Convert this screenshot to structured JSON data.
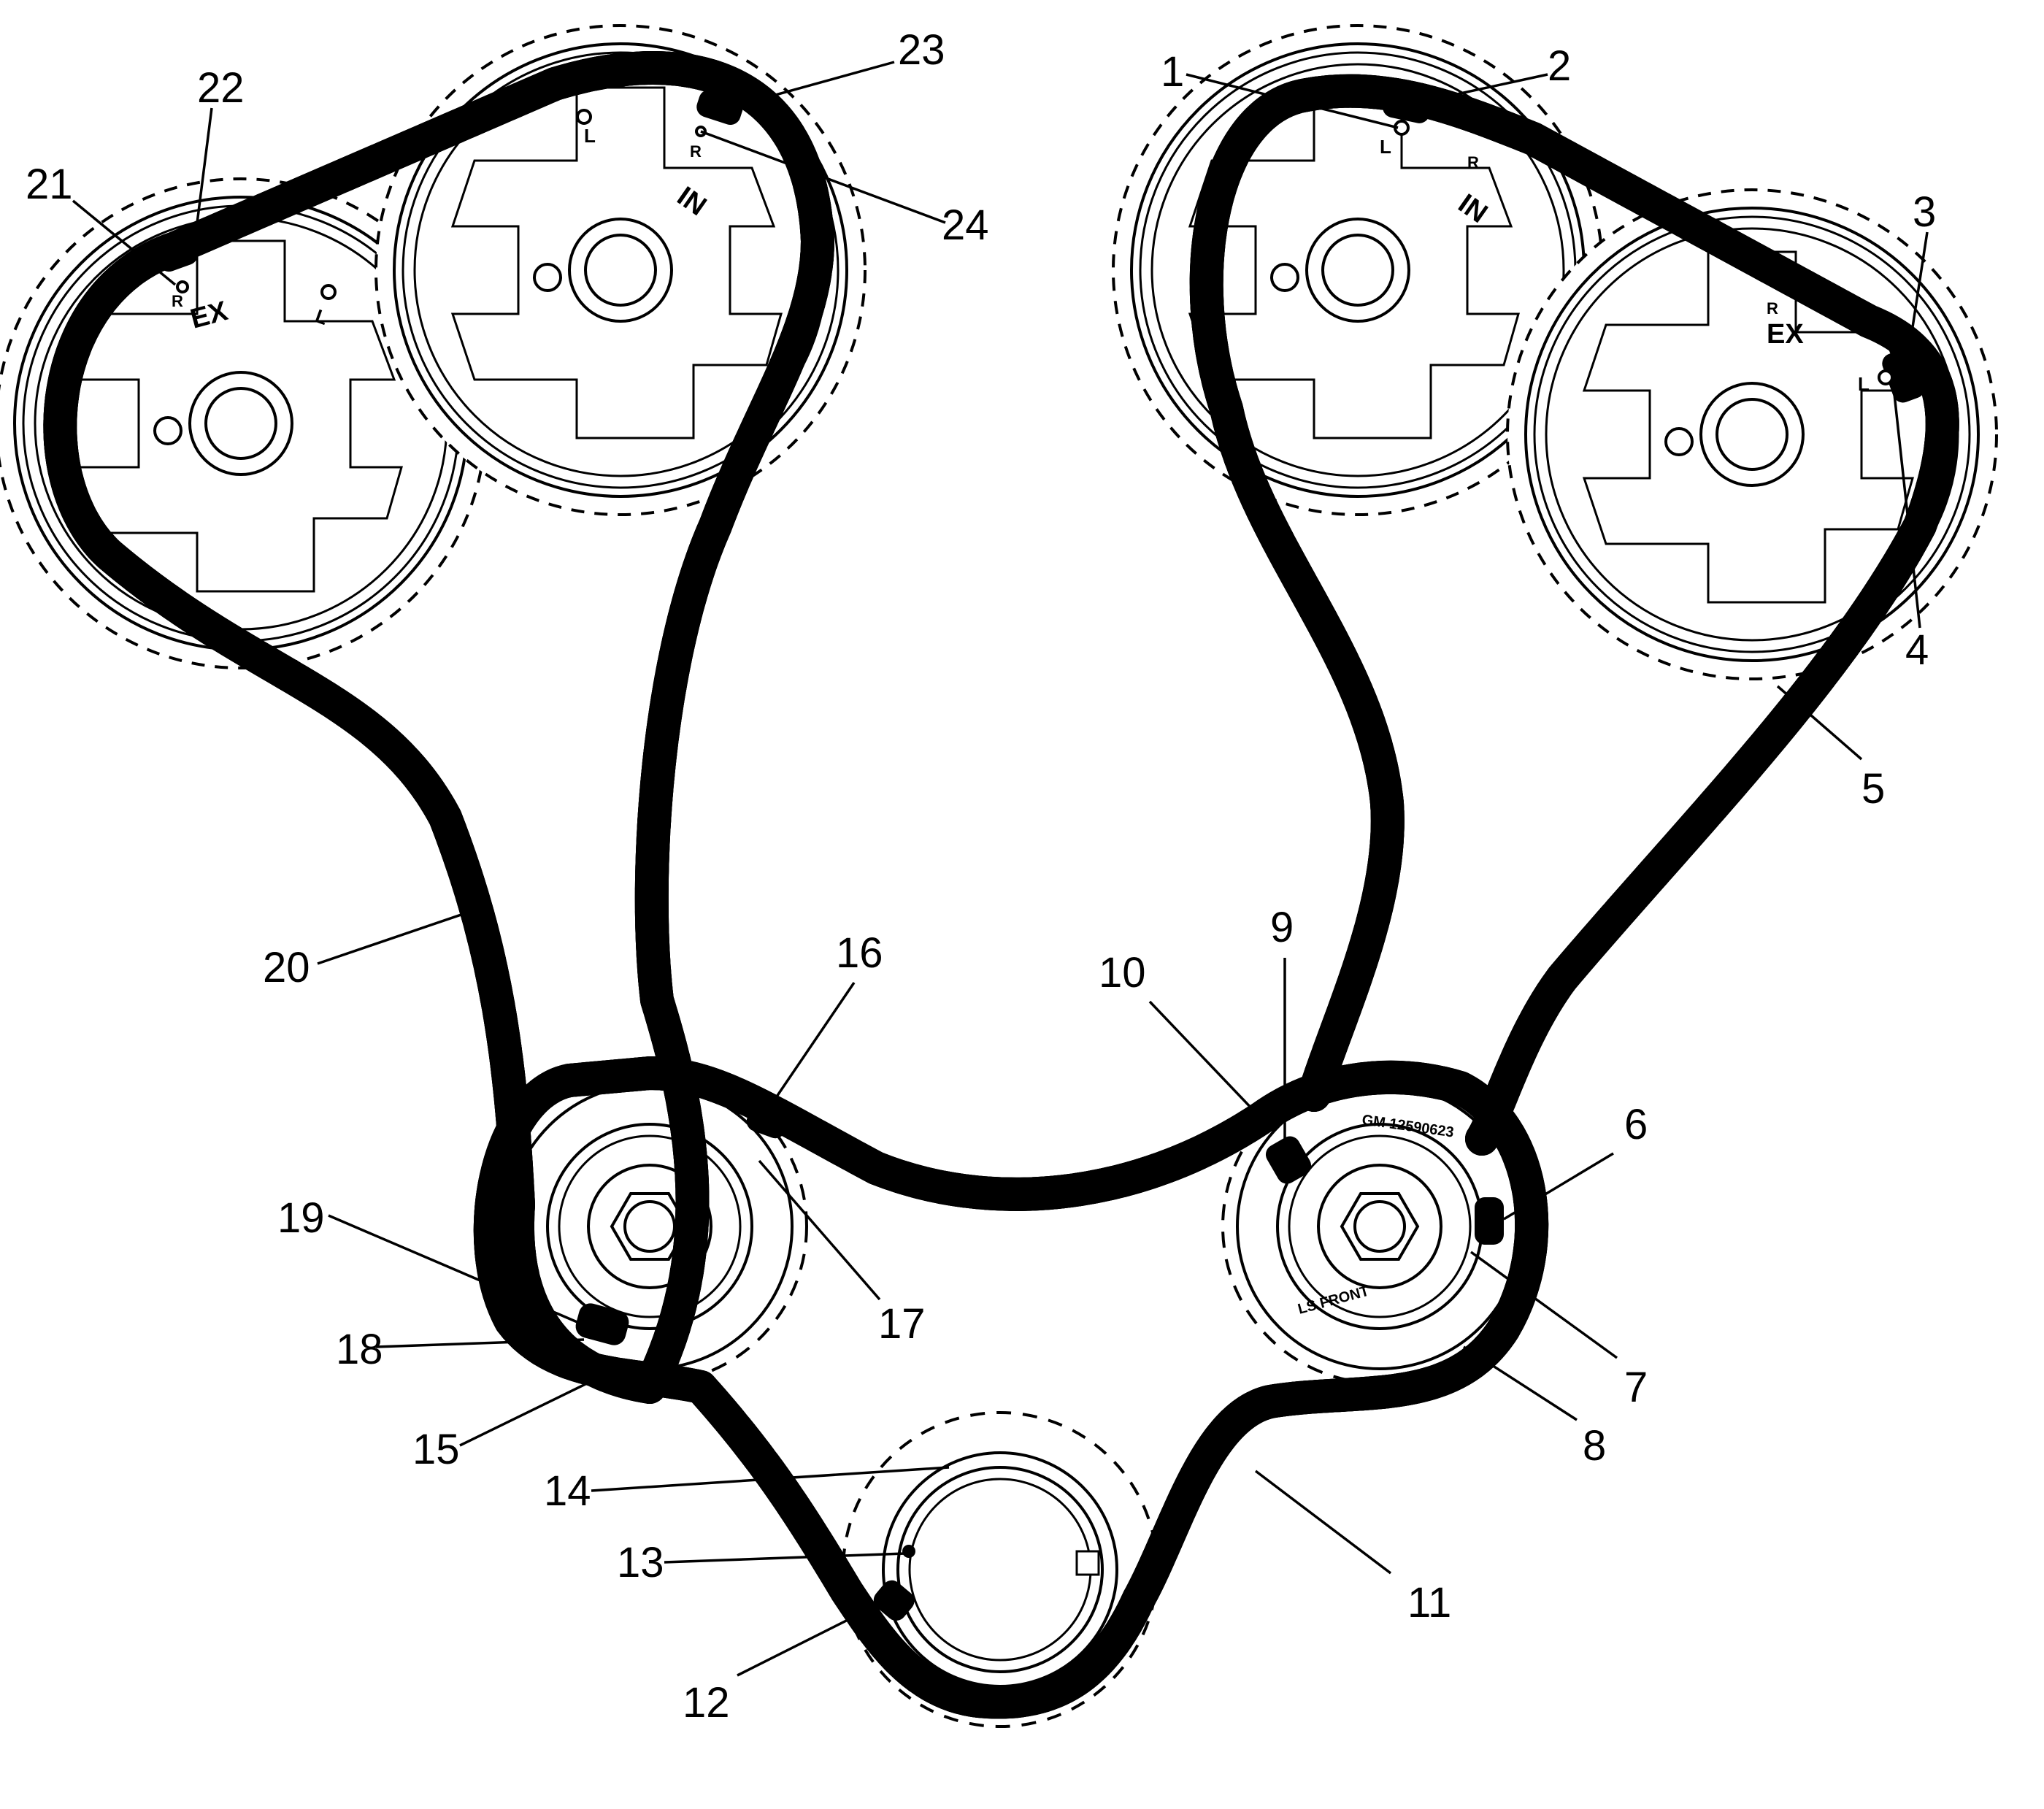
{
  "diagram": {
    "description_labels": {
      "exhaust_stamp": "EX",
      "intake_stamp": "IN",
      "left_mark": "L",
      "right_mark": "R",
      "crank_sprocket_stamp_left": "LS FRONT",
      "crank_sprocket_stamp_right": "GM 12590623"
    },
    "callouts": [
      "1",
      "2",
      "3",
      "4",
      "5",
      "6",
      "7",
      "8",
      "9",
      "10",
      "11",
      "12",
      "13",
      "14",
      "15",
      "16",
      "17",
      "18",
      "19",
      "20",
      "21",
      "22",
      "23",
      "24"
    ]
  }
}
